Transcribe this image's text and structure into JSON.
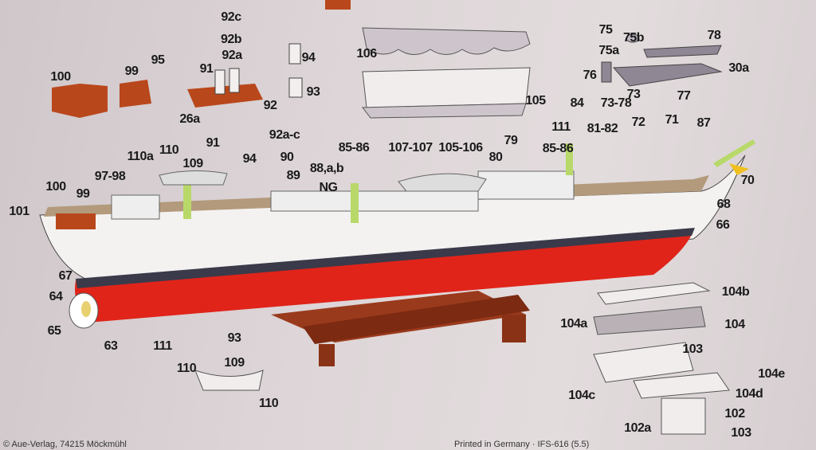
{
  "labels": [
    "92c",
    "92b",
    "92a",
    "94",
    "106",
    "75b",
    "75",
    "78",
    "75a",
    "30a",
    "76",
    "73",
    "77",
    "100",
    "99",
    "95",
    "91",
    "93",
    "92",
    "26a",
    "105",
    "84",
    "111",
    "73-78",
    "81-82",
    "72",
    "71",
    "87",
    "92a-c",
    "110",
    "91",
    "110a",
    "109",
    "94",
    "90",
    "85-86",
    "107-107",
    "105-106",
    "80",
    "79",
    "85-86",
    "70",
    "97-98",
    "89",
    "88,a,b",
    "NG",
    "100",
    "99",
    "101",
    "68",
    "66",
    "67",
    "64",
    "65",
    "63",
    "111",
    "93",
    "104b",
    "104a",
    "104",
    "103",
    "104e",
    "104c",
    "104d",
    "110",
    "109",
    "110",
    "102",
    "102a",
    "103"
  ],
  "footer": {
    "publisher": "© Aue-Verlag, 74215 Möckmühl",
    "printed": "Printed in Germany  ·  IFS-616 (5.5)"
  },
  "colors": {
    "hull_red": "#e0241a",
    "stripe": "#3a3a4a",
    "deck": "#b39a7c",
    "stand": "#9a3a1c",
    "part_orange": "#b9471c",
    "mast_green": "#b8d96a"
  }
}
